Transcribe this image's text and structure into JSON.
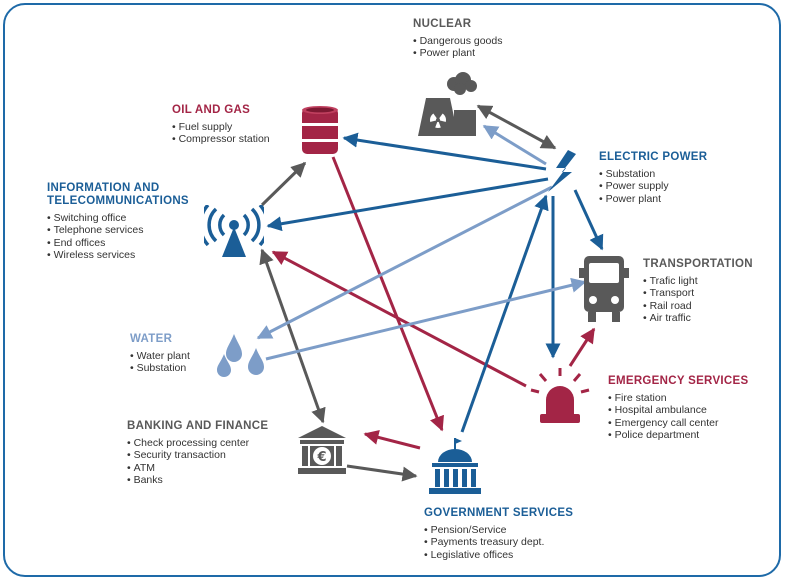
{
  "colors": {
    "dark": "#595959",
    "red": "#a32546",
    "blue": "#1b5e97",
    "light_blue": "#7d9dc8",
    "frame": "#1e6aa8"
  },
  "nodes": {
    "nuclear": {
      "title": [
        "NUCLEAR"
      ],
      "items": [
        "Dangerous goods",
        "Power plant"
      ],
      "icon": "nuclear-plant-icon"
    },
    "oil_gas": {
      "title": [
        "OIL AND GAS"
      ],
      "items": [
        "Fuel supply",
        "Compressor station"
      ],
      "icon": "oil-barrel-icon"
    },
    "electric": {
      "title": [
        "ELECTRIC POWER"
      ],
      "items": [
        "Substation",
        "Power supply",
        "Power plant"
      ],
      "icon": "lightning-icon"
    },
    "info": {
      "title": [
        "INFORMATION AND",
        "TELECOMMUNICATIONS"
      ],
      "items": [
        "Switching office",
        "Telephone services",
        "End offices",
        "Wireless services"
      ],
      "icon": "antenna-icon"
    },
    "transport": {
      "title": [
        "TRANSPORTATION"
      ],
      "items": [
        "Trafic light",
        "Transport",
        "Rail road",
        "Air traffic"
      ],
      "icon": "truck-icon"
    },
    "water": {
      "title": [
        "WATER"
      ],
      "items": [
        "Water plant",
        "Substation"
      ],
      "icon": "water-drops-icon"
    },
    "emergency": {
      "title": [
        "EMERGENCY SERVICES"
      ],
      "items": [
        "Fire station",
        "Hospital ambulance",
        "Emergency call center",
        "Police department"
      ],
      "icon": "siren-icon"
    },
    "banking": {
      "title": [
        "BANKING AND FINANCE"
      ],
      "items": [
        "Check processing center",
        "Security transaction",
        "ATM",
        "Banks"
      ],
      "icon": "bank-euro-icon"
    },
    "government": {
      "title": [
        "GOVERNMENT SERVICES"
      ],
      "items": [
        "Pension/Service",
        "Payments treasury dept.",
        "Legislative offices"
      ],
      "icon": "government-building-icon"
    }
  }
}
